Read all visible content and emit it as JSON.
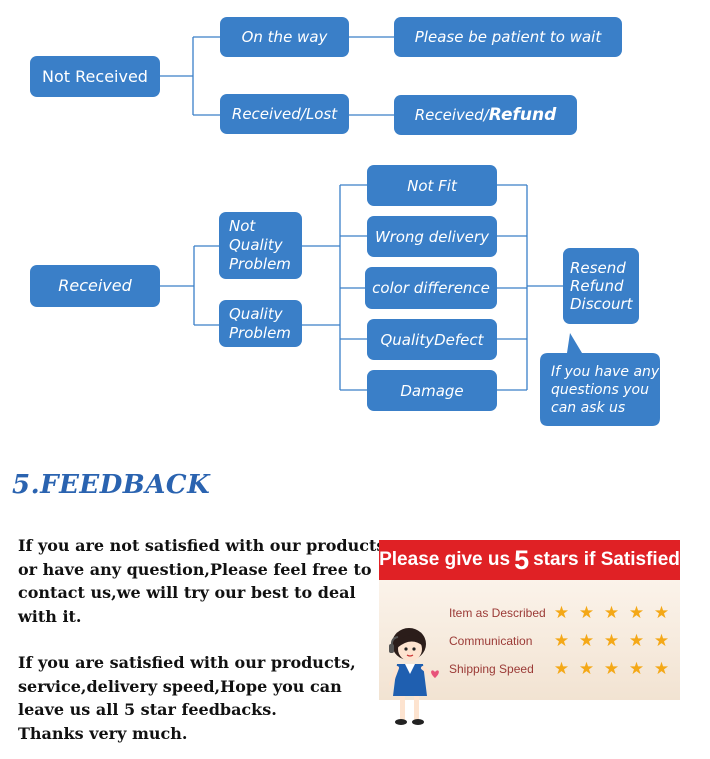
{
  "flow_not_received": {
    "root": "Not Received",
    "on_the_way": "On the way",
    "wait": "Please be patient to wait",
    "received_lost": "Received/Lost",
    "refund_prefix": "Received/",
    "refund_bold": "Refund"
  },
  "flow_received": {
    "root": "Received",
    "not_quality": [
      "Not",
      "Quality",
      "Problem"
    ],
    "quality": [
      "Quality",
      "Problem"
    ],
    "reasons": [
      "Not Fit",
      "Wrong delivery",
      "color difference",
      "QualityDefect",
      "Damage"
    ],
    "solutions": [
      "Resend",
      "Refund",
      "Discourt"
    ],
    "bubble": [
      "If you have any",
      "questions you",
      "can ask us"
    ]
  },
  "feedback": {
    "heading": "5.FEEDBACK",
    "para1": [
      "If you are not satisfied with our products",
      "or have any question,Please feel free to",
      "contact us,we will try our best to deal",
      "with it."
    ],
    "para2": [
      "If you are satisfied with our products,",
      "service,delivery speed,Hope you can",
      "leave us all 5 star feedbacks.",
      "Thanks very much."
    ]
  },
  "rating_card": {
    "title_before": "Please give us",
    "title_number": "5",
    "title_after": "stars if Satisfied",
    "rows": [
      {
        "label": "Item as Described",
        "stars": 5
      },
      {
        "label": "Communication",
        "stars": 5
      },
      {
        "label": "Shipping Speed",
        "stars": 5
      }
    ]
  },
  "colors": {
    "box": "#3a7fc8",
    "line": "#3a7fc8",
    "heading": "#2a63b0",
    "banner": "#e02125",
    "star": "#f4a817"
  }
}
